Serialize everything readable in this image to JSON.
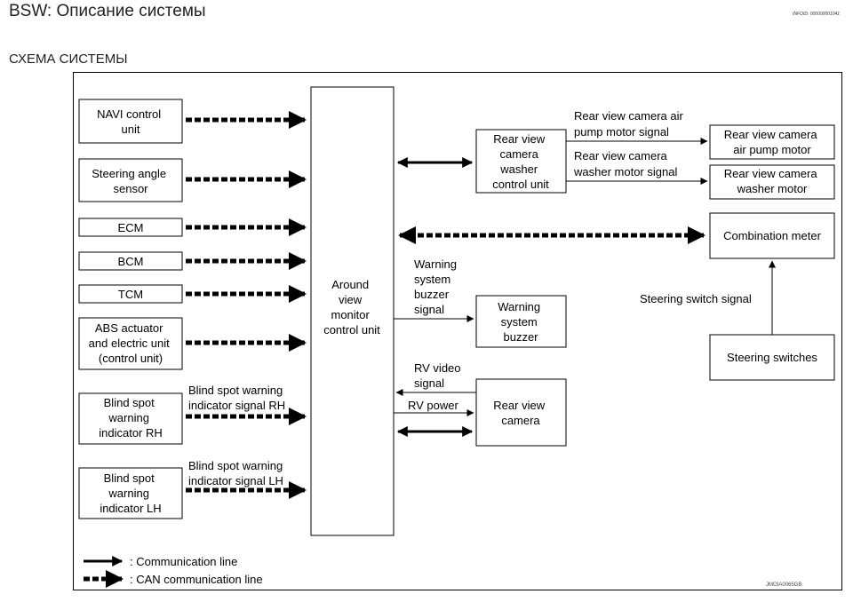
{
  "header": {
    "title": "BSW: Описание системы",
    "infoid": "INFOID: 000000001041"
  },
  "section": {
    "title": "СХЕМА СИСТЕМЫ"
  },
  "diagram": {
    "units": {
      "navi": [
        "NAVI control",
        "unit"
      ],
      "steering_angle": [
        "Steering angle",
        "sensor"
      ],
      "ecm": [
        "ECM"
      ],
      "bcm": [
        "BCM"
      ],
      "tcm": [
        "TCM"
      ],
      "abs": [
        "ABS actuator",
        "and electric unit",
        "(control unit)"
      ],
      "bsw_rh": [
        "Blind spot",
        "warning",
        "indicator RH"
      ],
      "bsw_lh": [
        "Blind spot",
        "warning",
        "indicator LH"
      ],
      "avm": [
        "Around",
        "view",
        "monitor",
        "control unit"
      ],
      "washer_ctrl": [
        "Rear view",
        "camera",
        "washer",
        "control unit"
      ],
      "air_pump": [
        "Rear view camera",
        "air pump motor"
      ],
      "washer_motor": [
        "Rear view camera",
        "washer motor"
      ],
      "combination_meter": [
        "Combination meter"
      ],
      "buzzer": [
        "Warning",
        "system",
        "buzzer"
      ],
      "rear_camera": [
        "Rear view",
        "camera"
      ],
      "steering_switches": [
        "Steering switches"
      ]
    },
    "signals": {
      "bsw_rh": [
        "Blind spot warning",
        "indicator signal RH"
      ],
      "bsw_lh": [
        "Blind spot warning",
        "indicator signal LH"
      ],
      "air_pump": [
        "Rear view camera air",
        "pump motor signal"
      ],
      "washer_motor": [
        "Rear view camera",
        "washer motor signal"
      ],
      "buzzer": [
        "Warning",
        "system",
        "buzzer",
        "signal"
      ],
      "rv_video": [
        "RV video",
        "signal"
      ],
      "rv_power": [
        "RV power"
      ],
      "steering_switch": [
        "Steering switch signal"
      ]
    },
    "legend": {
      "communication": ": Communication line",
      "can": ": CAN communication line"
    },
    "figure_code": "JMOIA0065GB"
  }
}
